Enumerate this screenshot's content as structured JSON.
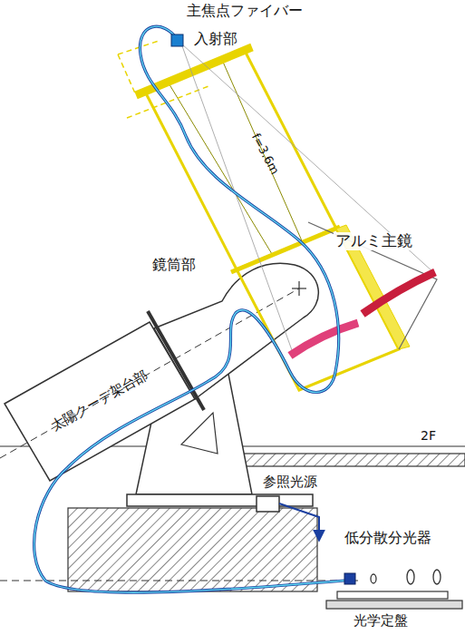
{
  "diagram": {
    "labels": [
      "主焦点ファイバー",
      "入射部",
      "f=3.6m",
      "アルミ主鏡",
      "鏡筒部",
      "太陽クーデ架台部",
      "2F",
      "参照光源",
      "低分散分光器",
      "光学定盤"
    ]
  }
}
